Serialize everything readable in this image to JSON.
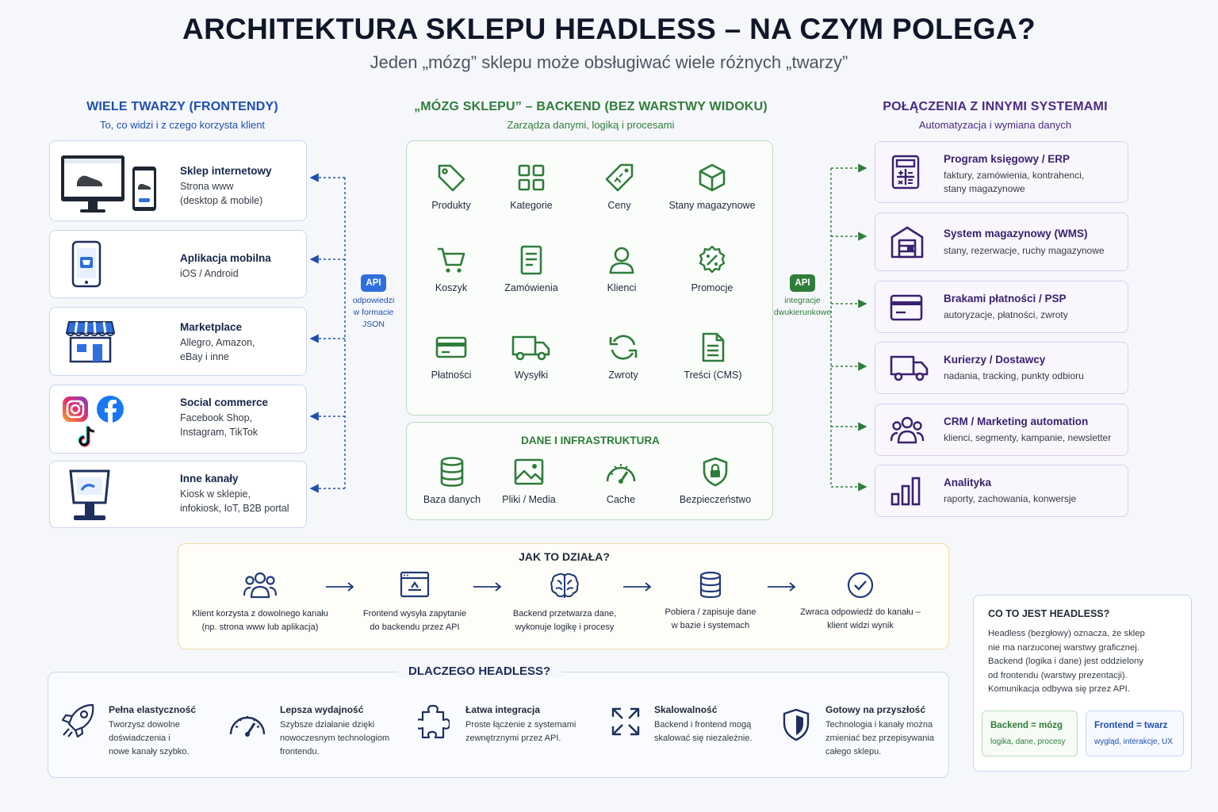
{
  "header": {
    "title": "ARCHITEKTURA SKLEPU HEADLESS – NA CZYM POLEGA?",
    "subtitle": "Jeden „mózg” sklepu może obsługiwać wiele różnych „twarzy”"
  },
  "frontends": {
    "heading": "WIELE TWARZY (FRONTENDY)",
    "subheading": "To, co widzi i z czego korzysta klient",
    "items": [
      {
        "title": "Sklep internetowy",
        "desc": "Strona www\n(desktop & mobile)",
        "icon": "desktop-mobile-icon"
      },
      {
        "title": "Aplikacja mobilna",
        "desc": "iOS / Android",
        "icon": "mobile-app-icon"
      },
      {
        "title": "Marketplace",
        "desc": "Allegro, Amazon,\neBay i inne",
        "icon": "marketplace-store-icon"
      },
      {
        "title": "Social commerce",
        "desc": "Facebook Shop,\nInstagram, TikTok",
        "icon": "social-media-icons"
      },
      {
        "title": "Inne kanały",
        "desc": "Kiosk w sklepie,\ninfokiosk, IoT, B2B portal",
        "icon": "kiosk-icon"
      }
    ]
  },
  "api_left": {
    "badge": "API",
    "note": "odpowiedzi\nw formacie\nJSON"
  },
  "backend": {
    "heading": "„MÓZG SKLEPU” – BACKEND (BEZ WARSTWY WIDOKU)",
    "subheading": "Zarządza danymi, logiką i procesami",
    "items": [
      {
        "label": "Produkty",
        "icon": "tag-icon"
      },
      {
        "label": "Kategorie",
        "icon": "grid-icon"
      },
      {
        "label": "Ceny",
        "icon": "price-tag-icon"
      },
      {
        "label": "Stany magazynowe",
        "icon": "box-icon"
      },
      {
        "label": "Koszyk",
        "icon": "cart-icon"
      },
      {
        "label": "Zamówienia",
        "icon": "order-document-icon"
      },
      {
        "label": "Klienci",
        "icon": "user-icon"
      },
      {
        "label": "Promocje",
        "icon": "percent-badge-icon"
      },
      {
        "label": "Płatności",
        "icon": "credit-card-icon"
      },
      {
        "label": "Wysyłki",
        "icon": "truck-icon"
      },
      {
        "label": "Zwroty",
        "icon": "refresh-icon"
      },
      {
        "label": "Treści (CMS)",
        "icon": "content-document-icon"
      }
    ],
    "infra_heading": "DANE I INFRASTRUKTURA",
    "infra_items": [
      {
        "label": "Baza danych",
        "icon": "database-icon"
      },
      {
        "label": "Pliki / Media",
        "icon": "image-icon"
      },
      {
        "label": "Cache",
        "icon": "gauge-icon"
      },
      {
        "label": "Bezpieczeństwo",
        "icon": "shield-lock-icon"
      }
    ]
  },
  "api_right": {
    "badge": "API",
    "note": "integracje\ndwukierunkowe"
  },
  "integrations": {
    "heading": "POŁĄCZENIA Z INNYMI SYSTEMAMI",
    "subheading": "Automatyzacja i wymiana danych",
    "items": [
      {
        "title": "Program księgowy / ERP",
        "desc": "faktury, zamówienia, kontrahenci,\nstany magazynowe",
        "icon": "calculator-icon"
      },
      {
        "title": "System magazynowy (WMS)",
        "desc": "stany, rezerwacje, ruchy magazynowe",
        "icon": "warehouse-icon"
      },
      {
        "title": "Brakami płatności / PSP",
        "desc": "autoryzacje, płatności, zwroty",
        "icon": "payment-card-icon"
      },
      {
        "title": "Kurierzy / Dostawcy",
        "desc": "nadania, tracking, punkty odbioru",
        "icon": "delivery-truck-icon"
      },
      {
        "title": "CRM / Marketing automation",
        "desc": "klienci, segmenty, kampanie, newsletter",
        "icon": "users-icon"
      },
      {
        "title": "Analityka",
        "desc": "raporty, zachowania, konwersje",
        "icon": "bar-chart-icon"
      }
    ]
  },
  "how": {
    "heading": "JAK TO DZIAŁA?",
    "steps": [
      {
        "text": "Klient korzysta z dowolnego kanału\n(np. strona www lub aplikacja)",
        "icon": "users-group-icon"
      },
      {
        "text": "Frontend wysyła zapytanie\ndo backendu przez API",
        "icon": "browser-window-icon"
      },
      {
        "text": "Backend przetwarza dane,\nwykonuje logikę i procesy",
        "icon": "brain-icon"
      },
      {
        "text": "Pobiera / zapisuje dane\nw bazie i systemach",
        "icon": "database-icon"
      },
      {
        "text": "Zwraca odpowiedź do kanału –\nklient widzi wynik",
        "icon": "check-circle-icon"
      }
    ]
  },
  "why": {
    "heading": "DLACZEGO HEADLESS?",
    "items": [
      {
        "title": "Pełna elastyczność",
        "desc": "Tworzysz dowolne\ndoświadczenia i\nnowe kanały szybko.",
        "icon": "rocket-icon"
      },
      {
        "title": "Lepsza wydajność",
        "desc": "Szybsze działanie dzięki\nnowoczesnym technologiom\nfrontendu.",
        "icon": "speedometer-icon"
      },
      {
        "title": "Łatwa integracja",
        "desc": "Proste łączenie z systemami\nzewnętrznymi przez API.",
        "icon": "puzzle-icon"
      },
      {
        "title": "Skalowalność",
        "desc": "Backend i frontend mogą\nskalować się niezależnie.",
        "icon": "expand-arrows-icon"
      },
      {
        "title": "Gotowy na przyszłość",
        "desc": "Technologia i kanały można\nzmieniać bez przepisywania\ncałego sklepu.",
        "icon": "shield-icon"
      }
    ]
  },
  "info": {
    "heading": "CO TO JEST HEADLESS?",
    "text": "Headless (bezgłowy) oznacza, że sklep\nnie ma narzuconej warstwy graficznej.\nBackend (logika i dane) jest oddzielony\nod frontendu (warstwy prezentacji).\nKomunikacja odbywa się przez API.",
    "backend_chip": {
      "title": "Backend = mózg",
      "desc": "logika, dane, procesy"
    },
    "frontend_chip": {
      "title": "Frontend = twarz",
      "desc": "wygląd, interakcje, UX"
    }
  },
  "colors": {
    "frontend_accent": "#1e4fb0",
    "backend_accent": "#2e7d3a",
    "integrations_accent": "#4c2a86",
    "how_border": "#f2d8a6"
  }
}
